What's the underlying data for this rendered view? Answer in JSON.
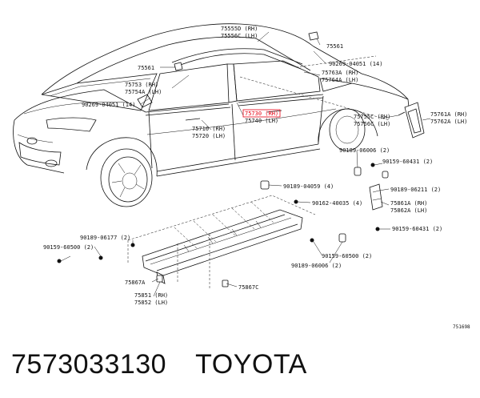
{
  "diagram": {
    "labels": [
      "75555D (RH)",
      "75556C (LH)",
      "75561",
      "75561",
      "90269-04051 (14)",
      "75763A (RH)",
      "75764A (LH)",
      "75753 (RH)",
      "75754A (LH)",
      "90269-04051 (14)",
      "75730 (RH)",
      "75740 (LH)",
      "75710 (RH)",
      "75720 (LH)",
      "75755C (RH)",
      "75756C (LH)",
      "75761A (RH)",
      "75762A (LH)",
      "90189-06006 (2)",
      "90159-60431 (2)",
      "90189-04059 (4)",
      "90189-06211 (2)",
      "90162-40035 (4)",
      "75861A (RH)",
      "75862A (LH)",
      "90159-60431 (2)",
      "90189-06177 (2)",
      "90159-60500 (2)",
      "90159-60500 (2)",
      "90189-06006 (2)",
      "75867A",
      "75867C",
      "75851 (RH)",
      "75852 (LH)"
    ],
    "highlighted_index": 10,
    "figure_code": "751698",
    "highlight_color": "#e60012"
  },
  "footer": {
    "part_number": "7573033130",
    "brand": "TOYOTA"
  }
}
